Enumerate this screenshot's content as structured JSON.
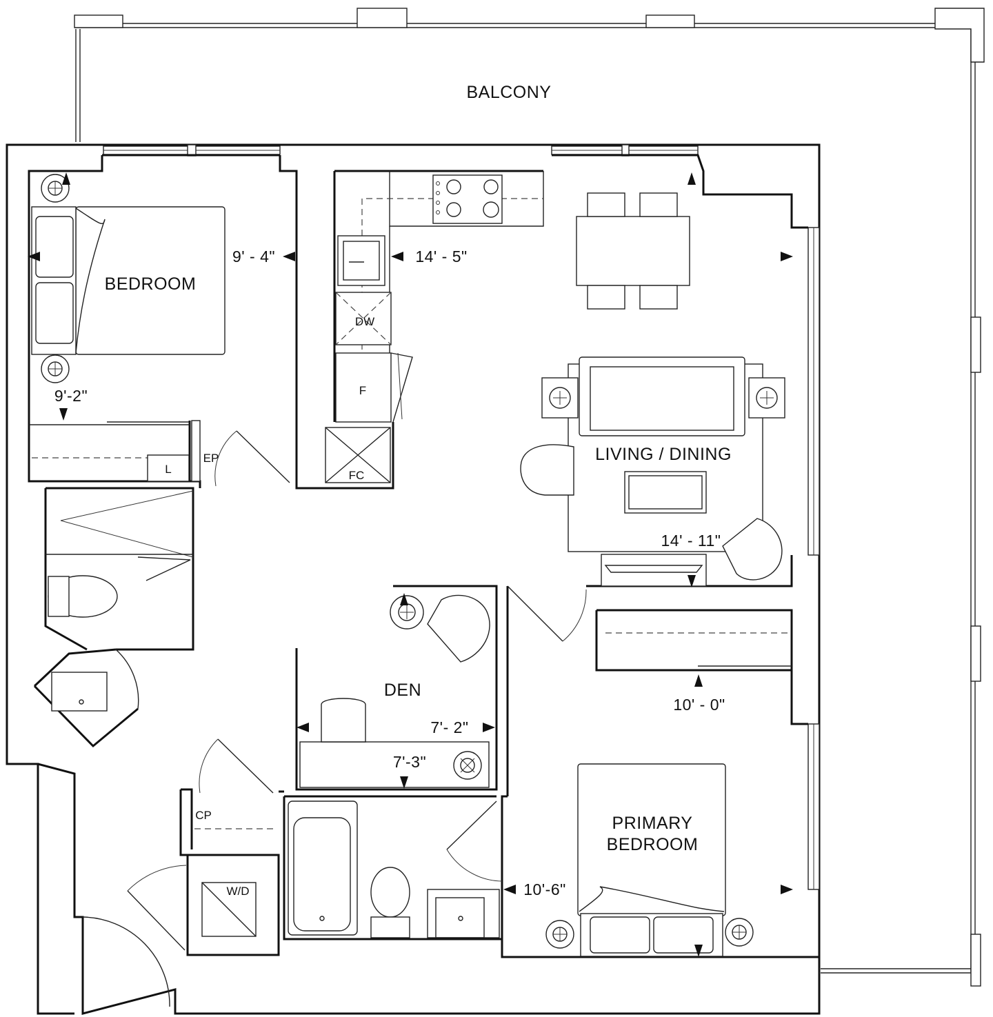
{
  "rooms": {
    "balcony": "BALCONY",
    "bedroom": "BEDROOM",
    "living_dining": "LIVING / DINING",
    "den": "DEN",
    "primary_bedroom_line1": "PRIMARY",
    "primary_bedroom_line2": "BEDROOM"
  },
  "dimensions": {
    "bedroom_width": "9' - 4\"",
    "bedroom_depth": "9'-2\"",
    "kitchen": "14' - 5\"",
    "living": "14' - 11\"",
    "primary_width": "10' - 0\"",
    "primary_depth": "10'-6\"",
    "den_width": "7'- 2\"",
    "den_depth": "7'-3\""
  },
  "fixtures": {
    "dishwasher": "DW",
    "fridge": "F",
    "coat_closet_fc": "FC",
    "electrical_panel": "EP",
    "linen": "L",
    "coat_closet_cp": "CP",
    "washer_dryer": "W/D"
  }
}
